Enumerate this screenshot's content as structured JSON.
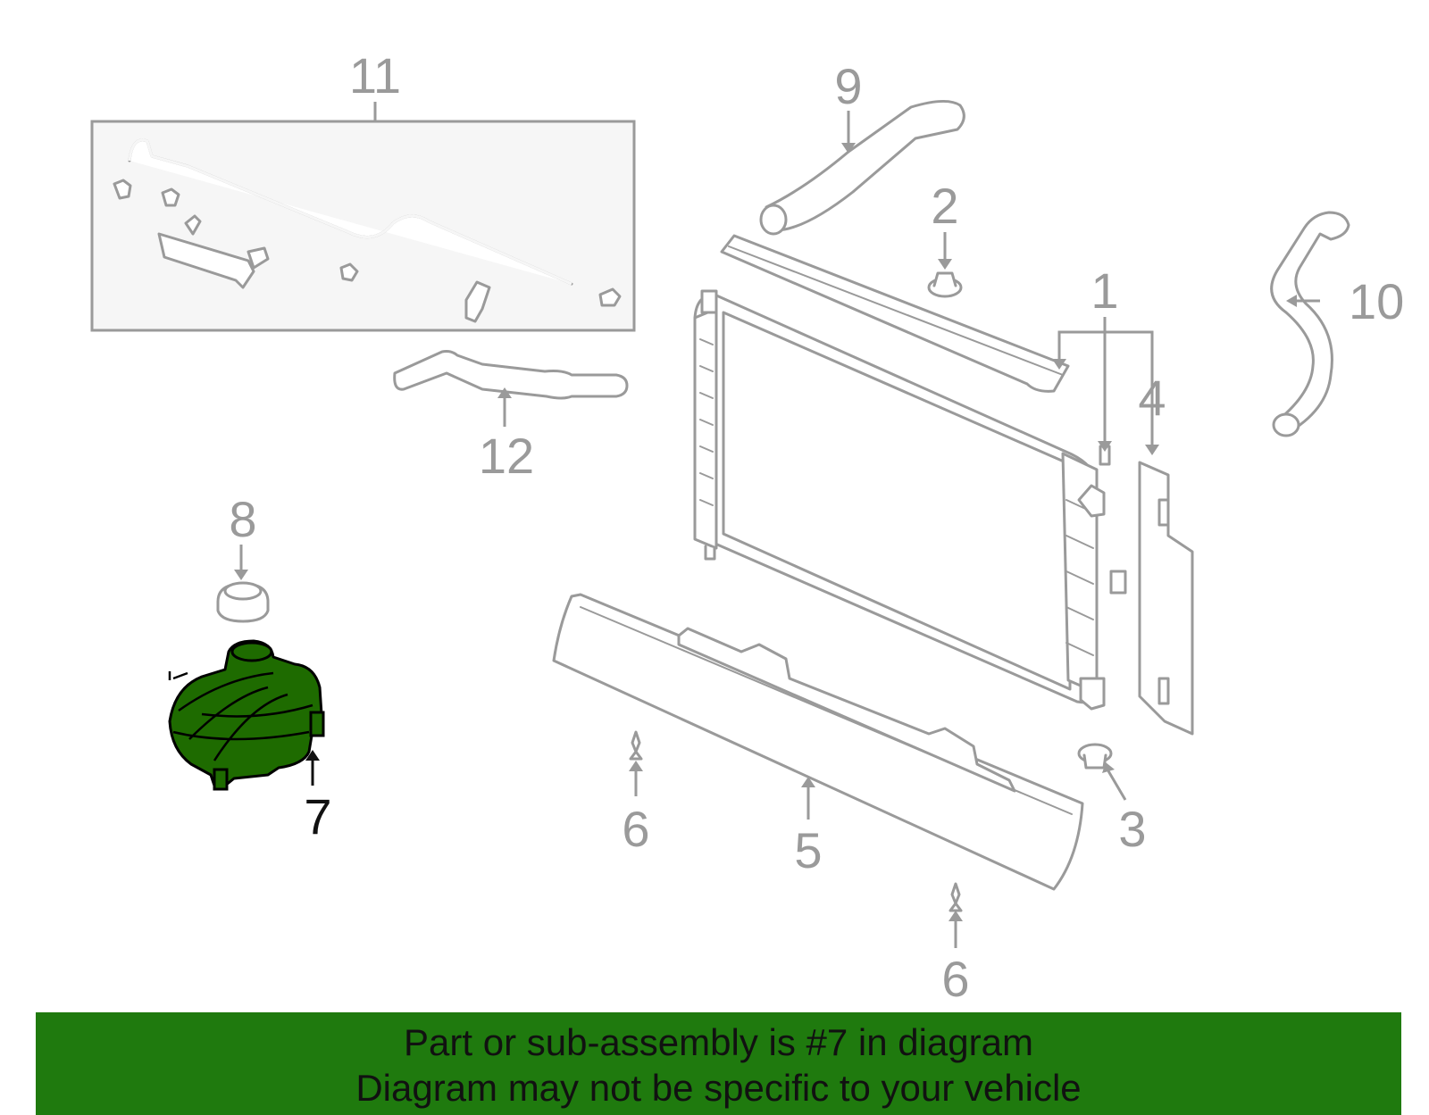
{
  "callouts": {
    "c1": "1",
    "c2": "2",
    "c3": "3",
    "c4": "4",
    "c5": "5",
    "c6a": "6",
    "c6b": "6",
    "c7": "7",
    "c8": "8",
    "c9": "9",
    "c10": "10",
    "c11": "11",
    "c12": "12"
  },
  "highlight": {
    "part_number": "7",
    "color": "#1e6b00",
    "banner_color": "#1f7a0e"
  },
  "banner": {
    "line1": "Part or sub-assembly is #7 in diagram",
    "line2": "Diagram may not be specific to your vehicle"
  },
  "icons": {
    "reservoir": "coolant-reservoir-icon",
    "cap": "reservoir-cap-icon",
    "radiator": "radiator-icon"
  }
}
